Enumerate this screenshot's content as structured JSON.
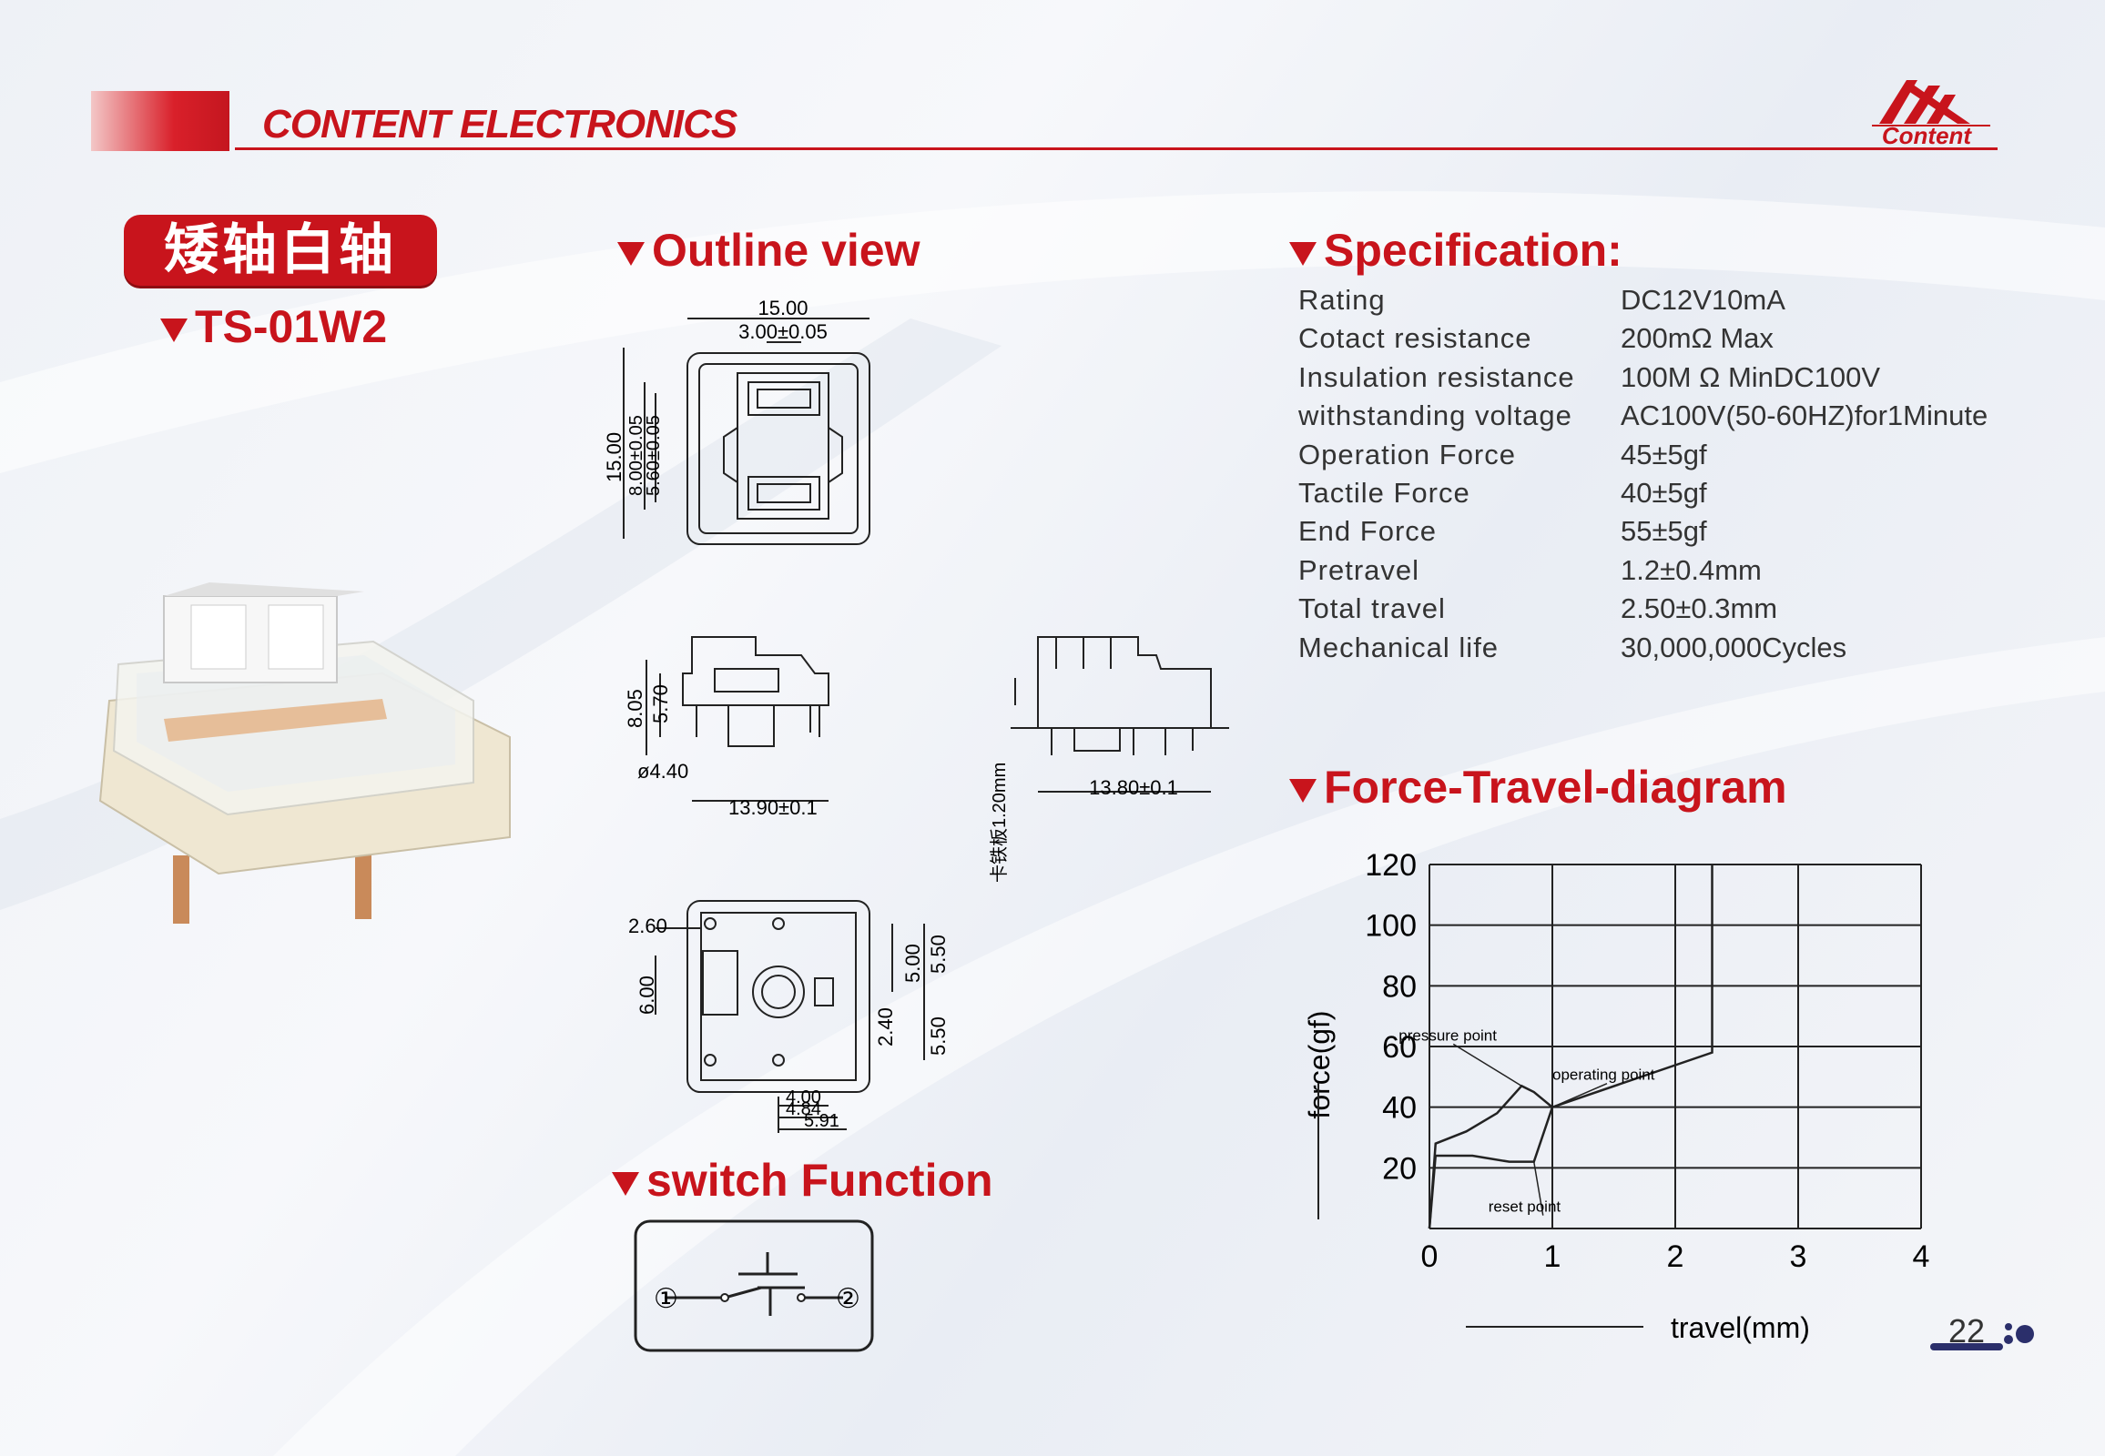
{
  "header": {
    "brand": "CONTENT ELECTRONICS",
    "logo_text": "Content"
  },
  "product": {
    "chinese_title": "矮轴白轴",
    "model": "TS-01W2"
  },
  "sections": {
    "outline": "Outline view",
    "specification": "Specification:",
    "force_travel": "Force-Travel-diagram",
    "switch_function": "switch Function"
  },
  "outline_dims": {
    "top_width": "15.00",
    "top_slot": "3.00±0.05",
    "left_h1": "15.00",
    "left_h2": "8.00±0.05",
    "left_h3": "5.60±0.05",
    "side_h1": "8.05",
    "side_h2": "5.70",
    "side_dia": "ø4.40",
    "side_w": "13.90±0.1",
    "front_w": "13.80±0.1",
    "plate": "卡铁板1.20mm",
    "bottom_l1": "2.60",
    "bottom_l2": "6.00",
    "bottom_r1": "5.00",
    "bottom_r2": "5.50",
    "bottom_r3": "2.40",
    "bottom_r4": "5.50",
    "bottom_b1": "4.00",
    "bottom_b2": "4.84",
    "bottom_b3": "5.91"
  },
  "specification": [
    {
      "label": "Rating",
      "value": "DC12V10mA"
    },
    {
      "label": "Cotact resistance",
      "value": "200mΩ Max"
    },
    {
      "label": "Insulation resistance",
      "value": "100M Ω MinDC100V"
    },
    {
      "label": "withstanding voltage",
      "value": "AC100V(50-60HZ)for1Minute"
    },
    {
      "label": "Operation Force",
      "value": "45±5gf"
    },
    {
      "label": "Tactile Force",
      "value": "40±5gf"
    },
    {
      "label": "End Force",
      "value": "55±5gf"
    },
    {
      "label": "Pretravel",
      "value": "1.2±0.4mm"
    },
    {
      "label": "Total travel",
      "value": "2.50±0.3mm"
    },
    {
      "label": "Mechanical life",
      "value": "30,000,000Cycles"
    }
  ],
  "switch_function": {
    "pin1": "①",
    "pin2": "②"
  },
  "chart_data": {
    "type": "line",
    "title": "Force-Travel-diagram",
    "xlabel": "travel(mm)",
    "ylabel": "force(gf)",
    "xlim": [
      0,
      4
    ],
    "ylim": [
      0,
      120
    ],
    "xticks": [
      "0",
      "1",
      "2",
      "3",
      "4"
    ],
    "yticks": [
      "20",
      "40",
      "60",
      "80",
      "100",
      "120"
    ],
    "grid": true,
    "series": [
      {
        "x": [
          0,
          0.05,
          0.3,
          0.55,
          0.75,
          0.85,
          1.0,
          2.3,
          2.3
        ],
        "y": [
          0,
          28,
          32,
          38,
          47,
          45,
          40,
          58,
          120
        ]
      },
      {
        "x": [
          0,
          0.05,
          0.35,
          0.65,
          0.85,
          1.0
        ],
        "y": [
          0,
          24,
          24,
          22,
          22,
          40
        ]
      }
    ],
    "annotations": [
      {
        "text": "pressure point",
        "x": 0.75,
        "y": 47
      },
      {
        "text": "operating point",
        "x": 1.0,
        "y": 40
      },
      {
        "text": "reset point",
        "x": 0.85,
        "y": 22
      }
    ]
  },
  "page": {
    "number": "22"
  },
  "colors": {
    "accent": "#c8141c",
    "text": "#333333",
    "page_bar": "#2b2f6b"
  }
}
